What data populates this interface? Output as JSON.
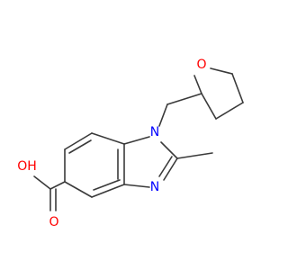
{
  "colors": {
    "bond": "#3a3a3a",
    "oxygen": "#ff0000",
    "nitrogen": "#0000ff",
    "background": "#ffffff"
  },
  "labels": {
    "ring_oxygen": "O",
    "ring_n1": "N",
    "ring_n3": "N",
    "carbonyl_oxygen": "O",
    "hydroxyl": "OH"
  }
}
